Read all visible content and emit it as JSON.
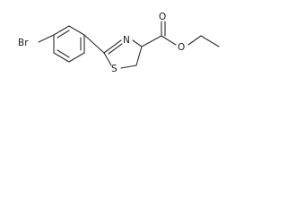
{
  "molecule": {
    "atoms": {
      "bromine": "Br",
      "ring_nitrogen": "N",
      "ring_sulfur": "S",
      "ester_carbonyl_oxygen": "O",
      "ester_ether_oxygen": "O"
    }
  }
}
